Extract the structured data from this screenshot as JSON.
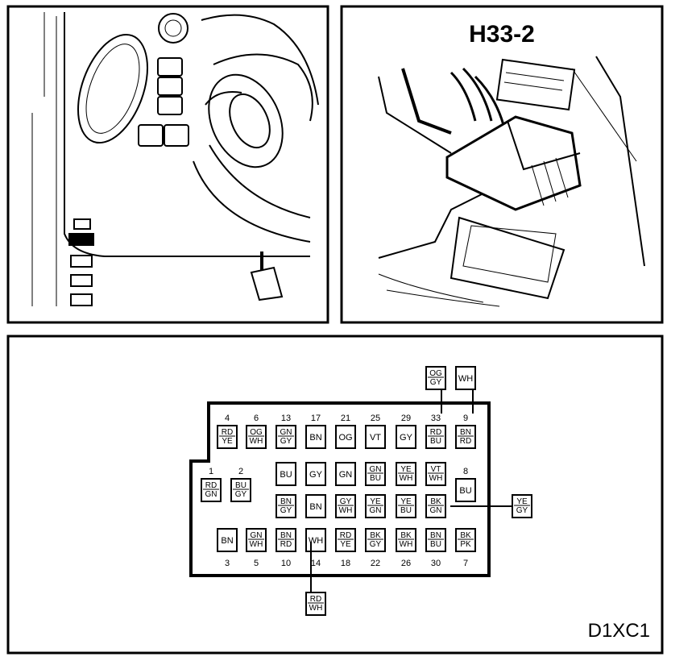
{
  "panel_title": "H33-2",
  "figure_code": "D1XC1",
  "connector": {
    "pins": [
      {
        "num": "4",
        "wires": [
          "RD",
          "YE"
        ]
      },
      {
        "num": "6",
        "wires": [
          "OG",
          "WH"
        ]
      },
      {
        "num": "13",
        "wires": [
          "GN",
          "GY"
        ]
      },
      {
        "num": "17",
        "wires": [
          "BN"
        ]
      },
      {
        "num": "21",
        "wires": [
          "OG"
        ]
      },
      {
        "num": "25",
        "wires": [
          "VT"
        ]
      },
      {
        "num": "29",
        "wires": [
          "GY"
        ]
      },
      {
        "num": "33",
        "wires": [
          "RD",
          "BU"
        ]
      },
      {
        "num": "9",
        "wires": [
          "BN",
          "RD"
        ]
      },
      {
        "num": "1",
        "wires": [
          "RD",
          "GN"
        ]
      },
      {
        "num": "2",
        "wires": [
          "BU",
          "GY"
        ]
      },
      {
        "num": "",
        "wires": [
          "BU"
        ]
      },
      {
        "num": "",
        "wires": [
          "GY"
        ]
      },
      {
        "num": "",
        "wires": [
          "GN"
        ]
      },
      {
        "num": "",
        "wires": [
          "GN",
          "BU"
        ]
      },
      {
        "num": "",
        "wires": [
          "YE",
          "WH"
        ]
      },
      {
        "num": "",
        "wires": [
          "VT",
          "WH"
        ]
      },
      {
        "num": "8",
        "wires": [
          "BU"
        ]
      },
      {
        "num": "",
        "wires": [
          "BN",
          "GY"
        ]
      },
      {
        "num": "",
        "wires": [
          "BN"
        ]
      },
      {
        "num": "",
        "wires": [
          "GY",
          "WH"
        ]
      },
      {
        "num": "",
        "wires": [
          "YE",
          "GN"
        ]
      },
      {
        "num": "",
        "wires": [
          "YE",
          "BU"
        ]
      },
      {
        "num": "",
        "wires": [
          "BK",
          "GN"
        ]
      },
      {
        "num": "3",
        "wires": [
          "BN"
        ]
      },
      {
        "num": "5",
        "wires": [
          "GN",
          "WH"
        ]
      },
      {
        "num": "10",
        "wires": [
          "BN",
          "RD"
        ]
      },
      {
        "num": "14",
        "wires": [
          "WH"
        ]
      },
      {
        "num": "18",
        "wires": [
          "RD",
          "YE"
        ]
      },
      {
        "num": "22",
        "wires": [
          "BK",
          "GY"
        ]
      },
      {
        "num": "26",
        "wires": [
          "BK",
          "WH"
        ]
      },
      {
        "num": "30",
        "wires": [
          "BN",
          "BU"
        ]
      },
      {
        "num": "7",
        "wires": [
          "BK",
          "PK"
        ]
      }
    ],
    "splices": [
      {
        "wires": [
          "OG",
          "GY"
        ],
        "to_pin": "33"
      },
      {
        "wires": [
          "WH"
        ],
        "to_pin": "9"
      },
      {
        "wires": [
          "YE",
          "GY"
        ],
        "to_pin": "BK/GN"
      },
      {
        "wires": [
          "RD",
          "WH"
        ],
        "to_pin": "14"
      }
    ]
  }
}
